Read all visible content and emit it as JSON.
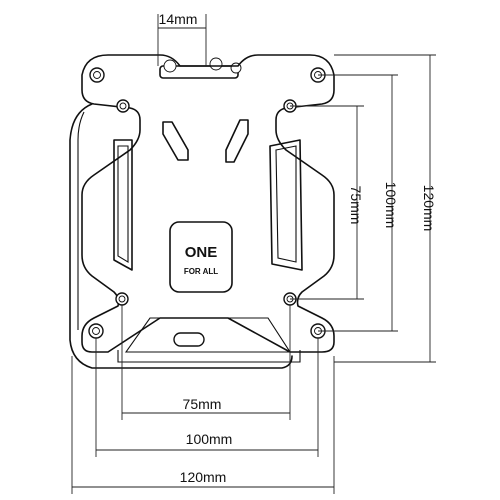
{
  "logo": {
    "line1": "ONE",
    "line2": "FOR ALL"
  },
  "dimensions": {
    "top_width": "14mm",
    "h_75": "75mm",
    "h_100": "100mm",
    "h_120": "120mm",
    "v_75": "75mm",
    "v_100": "100mm",
    "v_120": "120mm"
  }
}
